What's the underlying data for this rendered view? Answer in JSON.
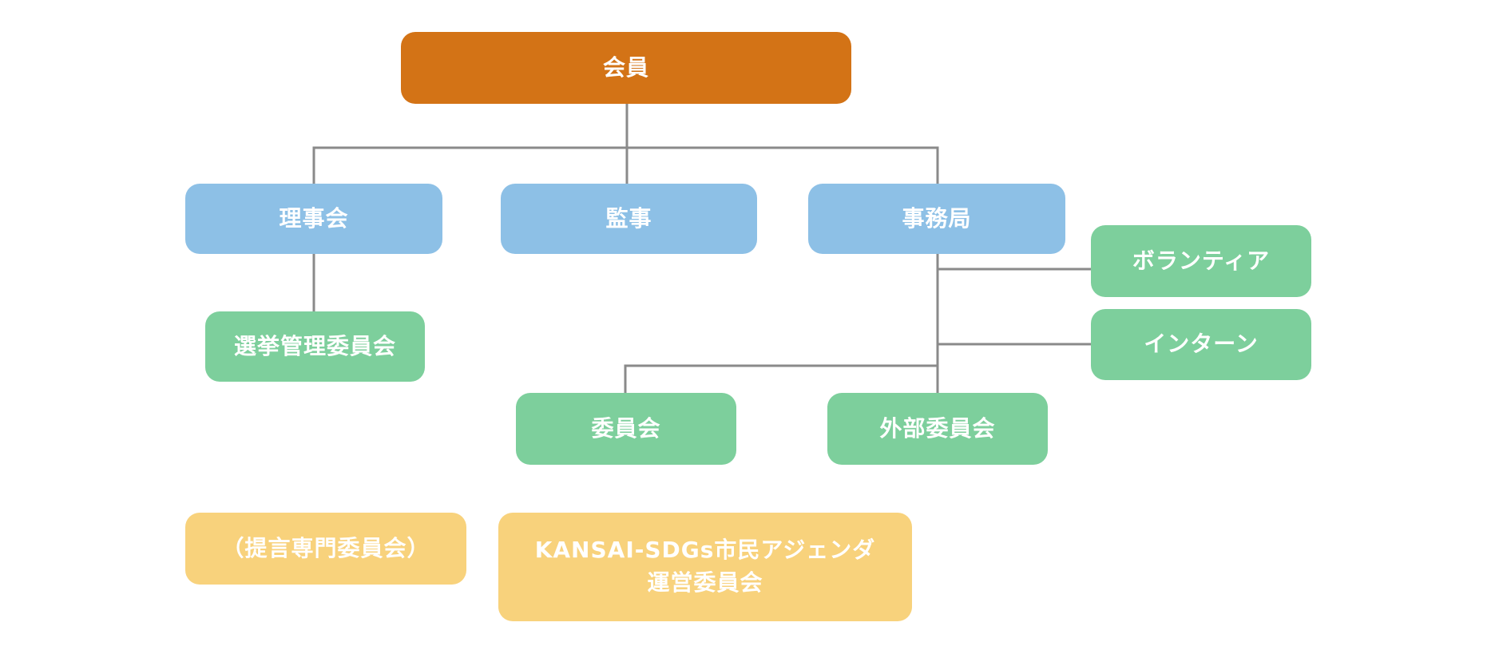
{
  "root": {
    "label": "会員"
  },
  "level1": {
    "board": "理事会",
    "audit": "監事",
    "secretariat": "事務局"
  },
  "board_children": {
    "election": "選挙管理委員会"
  },
  "secretariat_children": {
    "volunteer": "ボランティア",
    "intern": "インターン",
    "committee": "委員会",
    "external_committee": "外部委員会"
  },
  "separate": {
    "proposal": "（提言専門委員会）",
    "kansai_line1": "KANSAI-SDGs市民アジェンダ",
    "kansai_line2": "運営委員会"
  },
  "colors": {
    "root": "#d37316",
    "level1": "#8dc0e6",
    "sub": "#7dcf9c",
    "separate": "#f8d27c",
    "connector": "#8a8a8a"
  }
}
